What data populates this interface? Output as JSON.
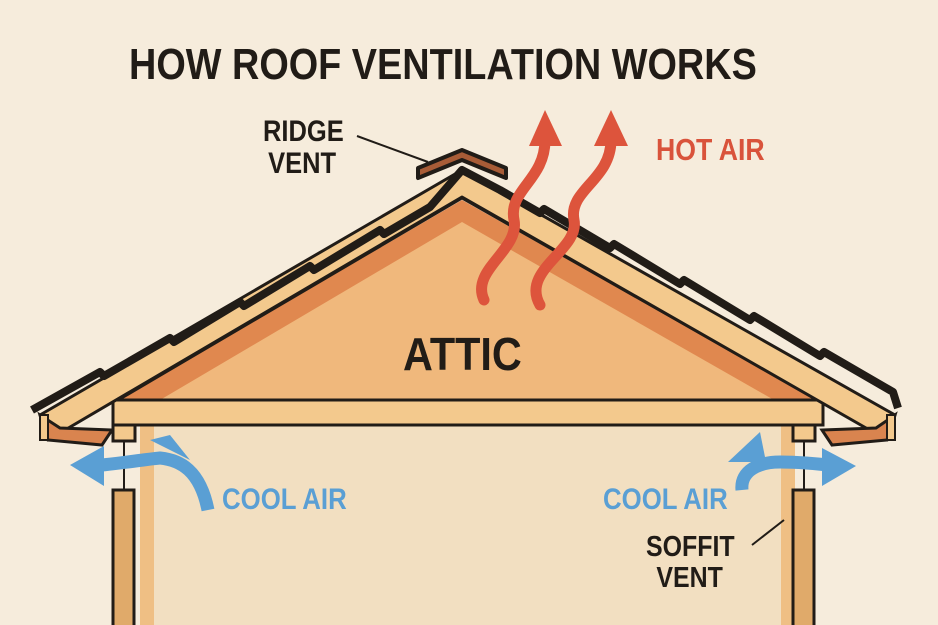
{
  "title": "HOW ROOF VENTILATION WORKS",
  "labels": {
    "ridge_vent_line1": "RIDGE",
    "ridge_vent_line2": "VENT",
    "hot_air": "HOT AIR",
    "attic": "ATTIC",
    "cool_air_left": "COOL AIR",
    "cool_air_right": "COOL AIR",
    "soffit_vent_line1": "SOFFIT",
    "soffit_vent_line2": "VENT"
  },
  "icons": {
    "hot_air_arrows": "wavy-up-arrow-icon",
    "cool_air_arrows": "curved-double-arrow-icon"
  },
  "colors": {
    "background": "#f6ecdc",
    "interior": "#f2dfc1",
    "roof_wood": "#f3c98d",
    "attic_fill": "#f0b87c",
    "insulation": "#e0884f",
    "shingles": "#211c17",
    "ridge_vent": "#a85c37",
    "hot_air": "#dd543c",
    "cool_air": "#5a9fd4",
    "text": "#211c17"
  }
}
